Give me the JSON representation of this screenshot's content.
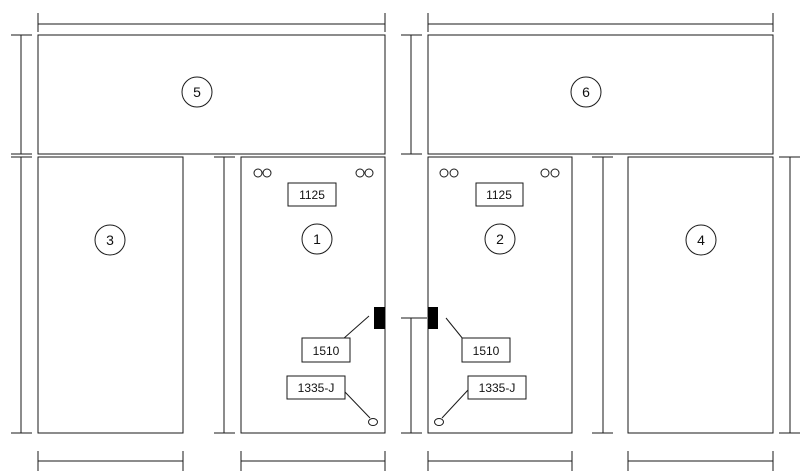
{
  "panels": [
    {
      "id": "5",
      "number": "5"
    },
    {
      "id": "6",
      "number": "6"
    },
    {
      "id": "3",
      "number": "3"
    },
    {
      "id": "1",
      "number": "1",
      "top_label": "1125",
      "side_label": "1510",
      "bottom_label": "1335-J"
    },
    {
      "id": "2",
      "number": "2",
      "top_label": "1125",
      "side_label": "1510",
      "bottom_label": "1335-J"
    },
    {
      "id": "4",
      "number": "4"
    }
  ],
  "colors": {
    "line": "#1a1a1a",
    "fill": "#ffffff",
    "latch": "#000000"
  }
}
